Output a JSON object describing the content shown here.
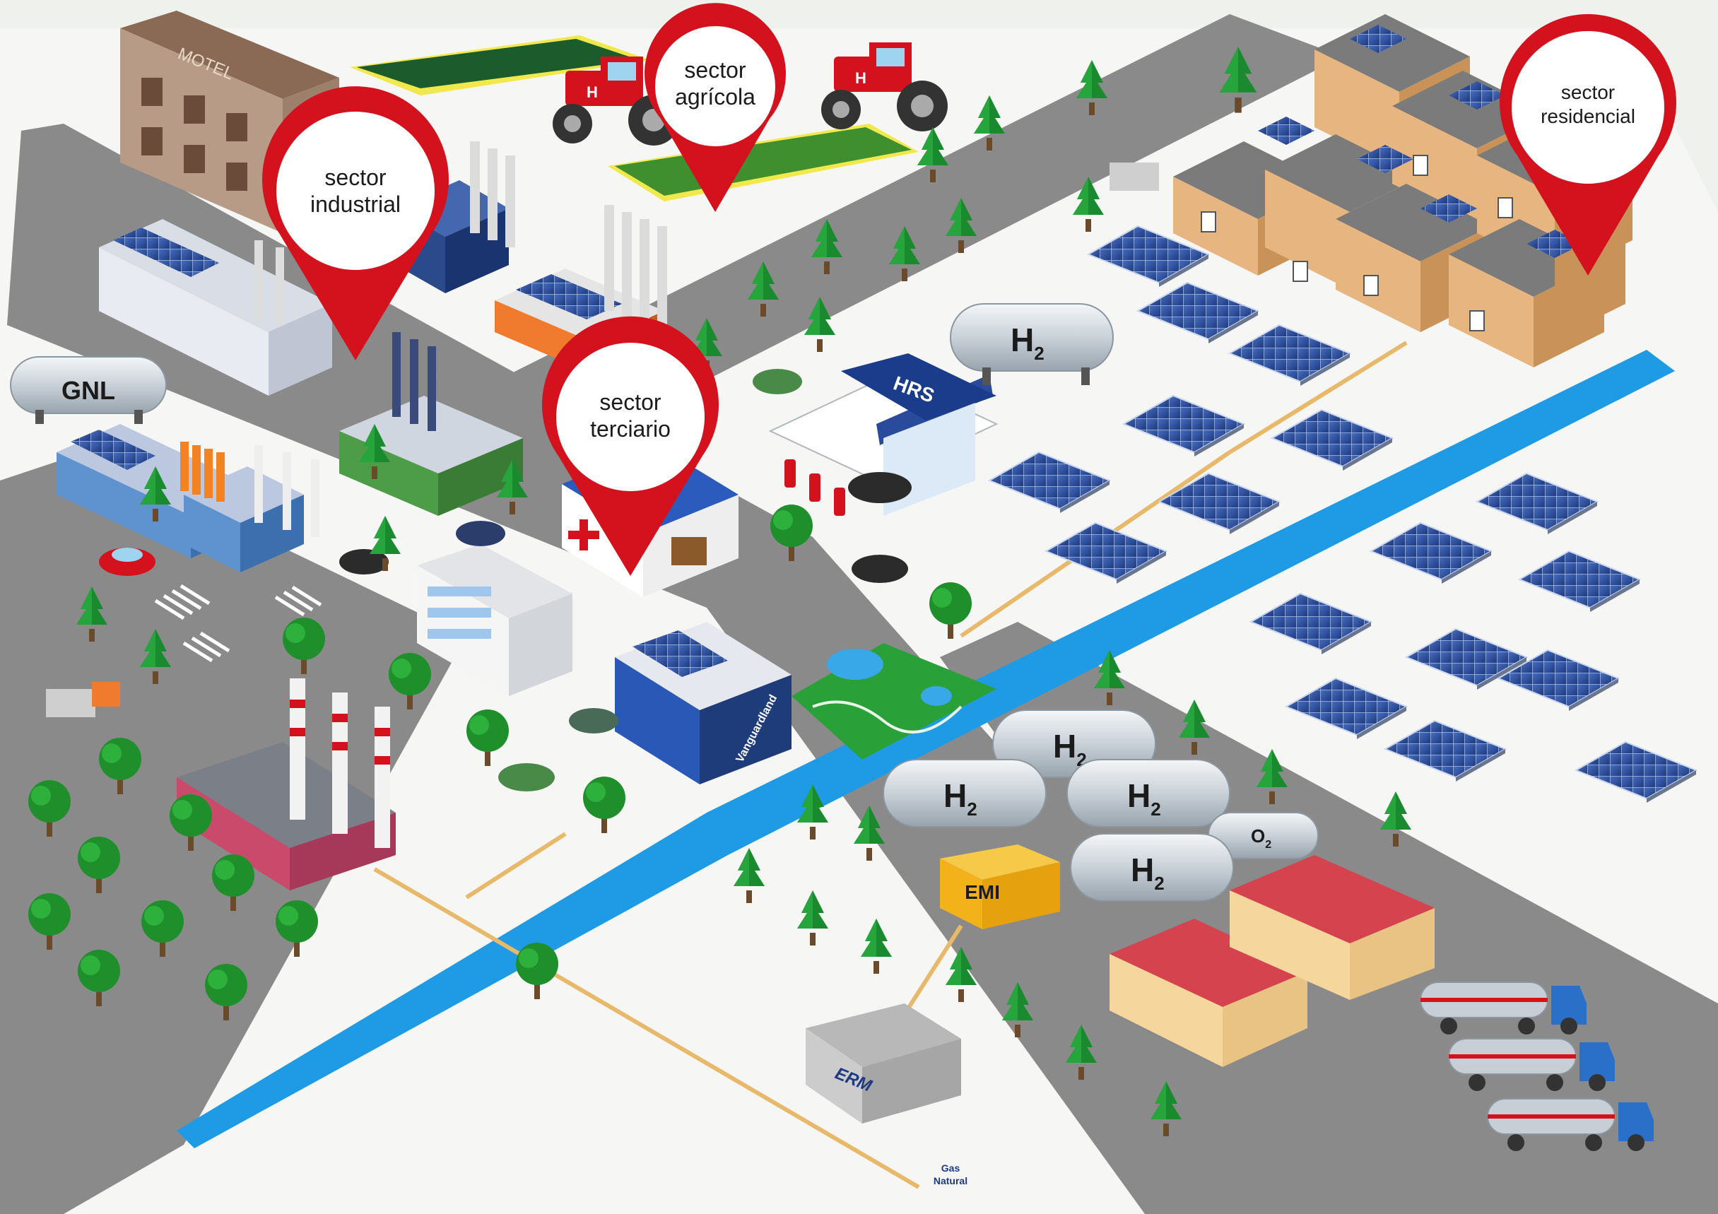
{
  "colors": {
    "road": "#8a8a8a",
    "ground": "#f4f4f2",
    "river": "#1f9be6",
    "pin": "#d4121e",
    "tree": "#1a8a2e",
    "solar": "#2d4c9c",
    "pipe": "#e8b96a"
  },
  "pins": {
    "industrial": [
      "sector",
      "industrial"
    ],
    "agricola": [
      "sector",
      "agrícola"
    ],
    "terciario": [
      "sector",
      "terciario"
    ],
    "residencial": [
      "sector",
      "residencial"
    ]
  },
  "labels": {
    "motel": "MOTEL",
    "gnl": "GNL",
    "hrs": "HRS",
    "h2": "H",
    "h2_sub": "2",
    "o2": "O",
    "o2_sub": "2",
    "emi": "EMI",
    "erm": "ERM",
    "vanguardland": "Vanguardland",
    "tractor_h": "H",
    "gas_natural": [
      "Gas",
      "Natural"
    ]
  },
  "icons": [
    "tree-icon",
    "solar-panel-icon",
    "hydrogen-tank-icon",
    "tanker-truck-icon",
    "car-icon",
    "tractor-icon",
    "factory-icon",
    "hospital-icon"
  ]
}
